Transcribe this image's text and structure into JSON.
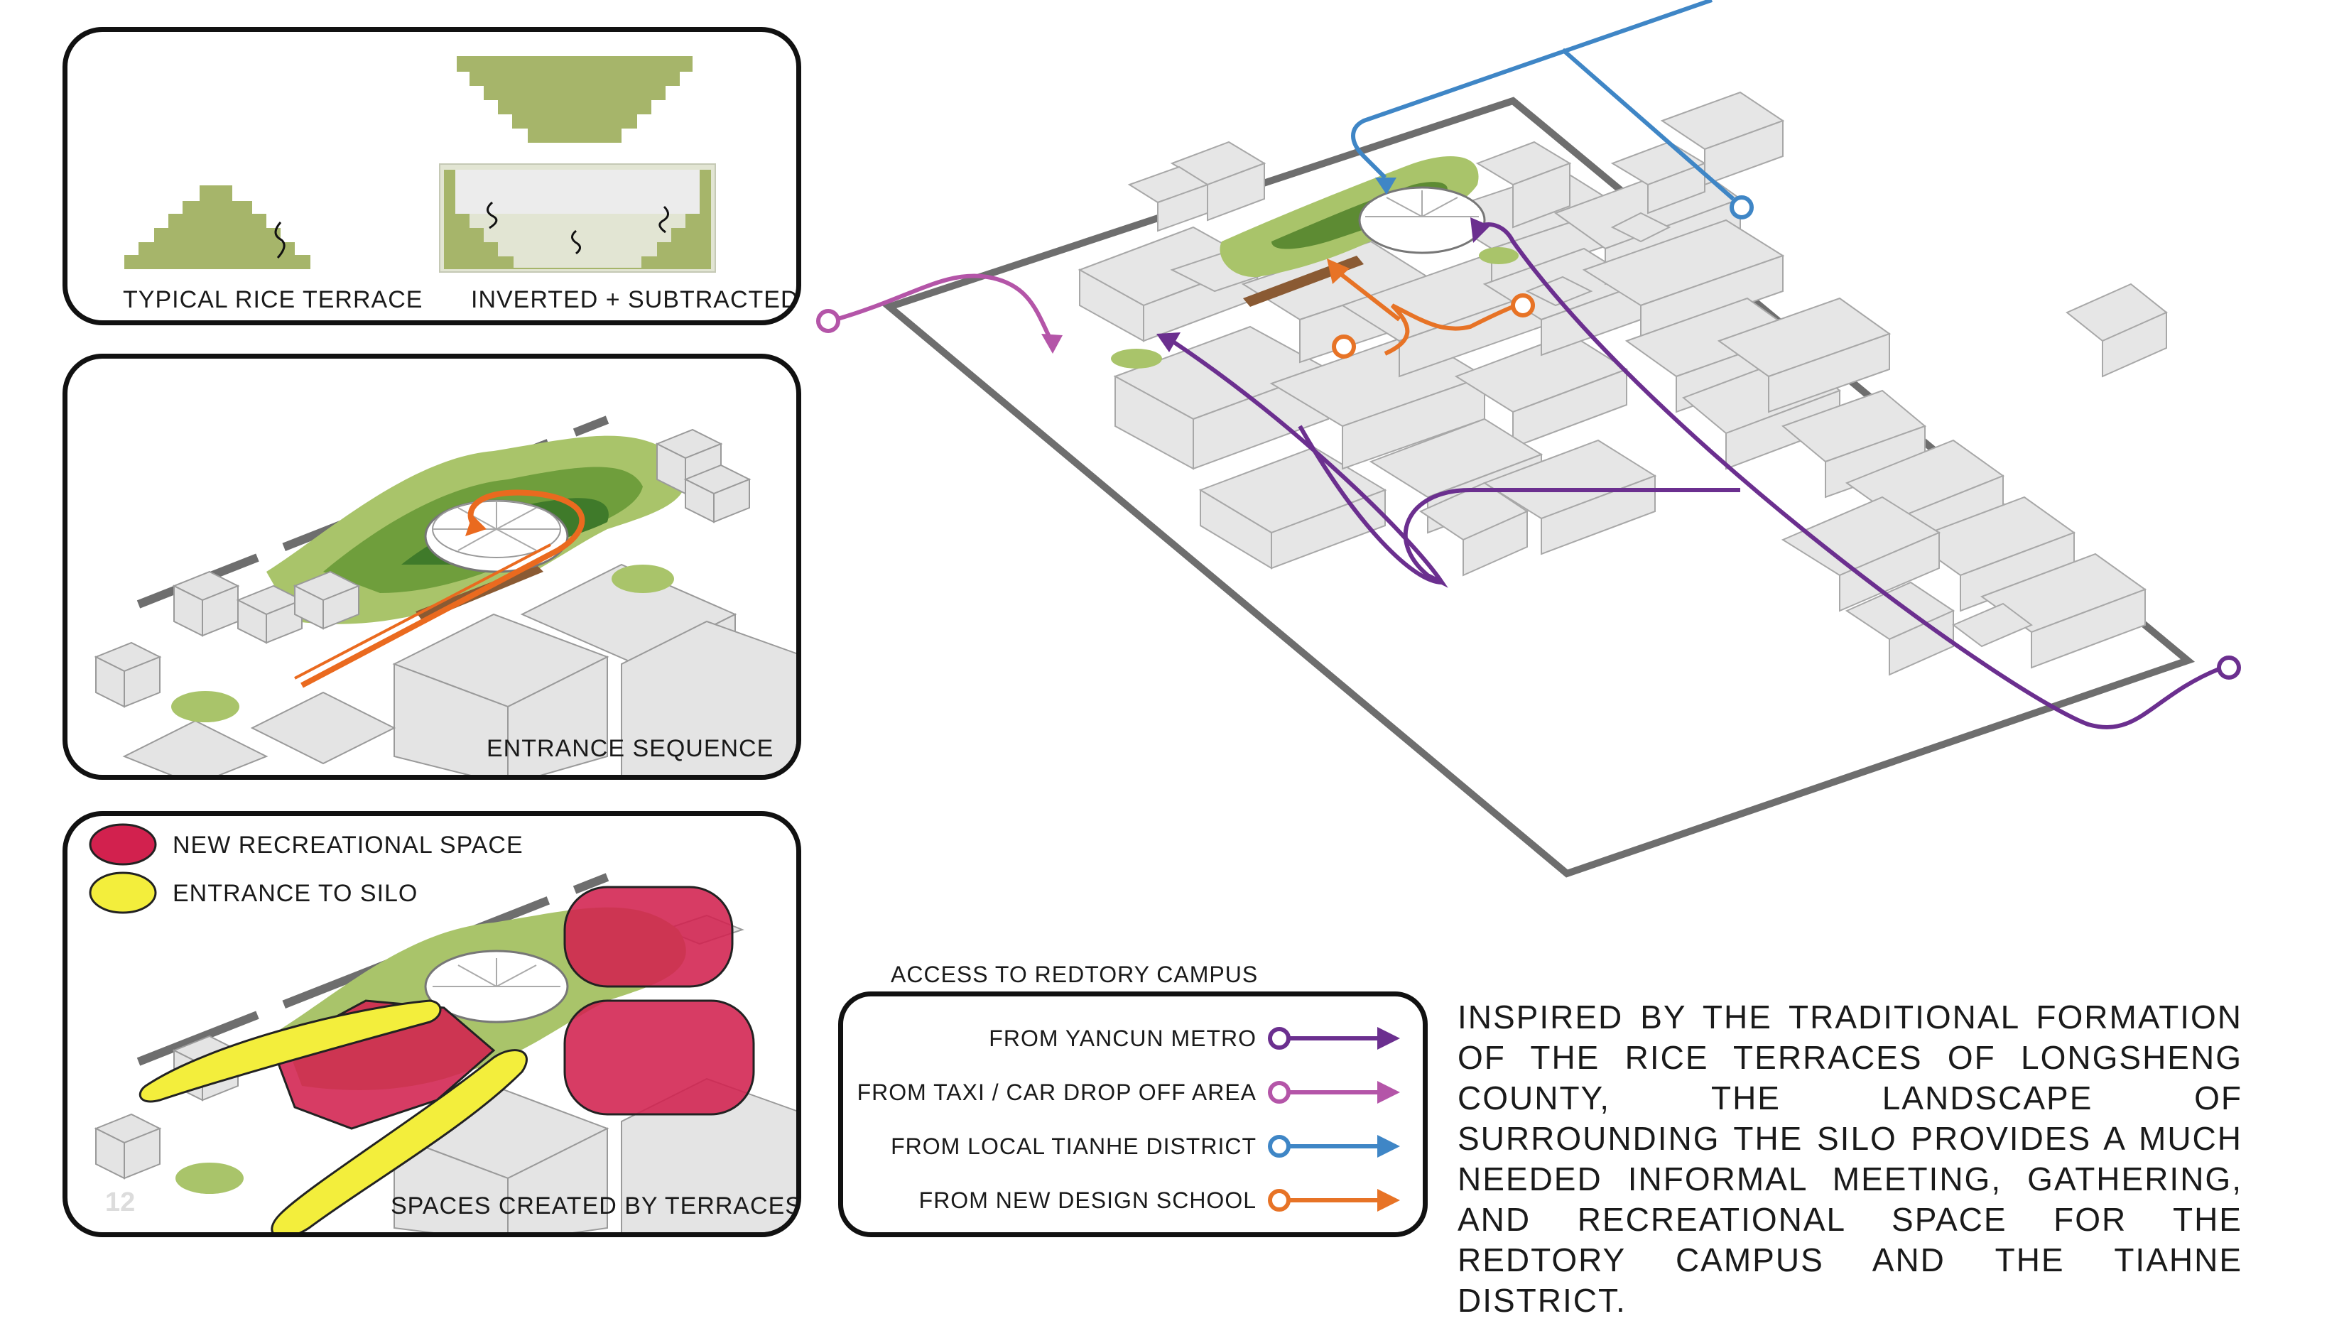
{
  "panels": {
    "terrace": {
      "typical_caption": "TYPICAL RICE TERRACE",
      "inverted_caption": "INVERTED + SUBTRACTED"
    },
    "entrance": {
      "caption": "ENTRANCE SEQUENCE"
    },
    "spaces": {
      "caption": "SPACES CREATED  BY  TERRACES",
      "legend": [
        {
          "label": "NEW RECREATIONAL SPACE",
          "color": "#d2214e"
        },
        {
          "label": "ENTRANCE TO SILO",
          "color": "#f3ee3c"
        }
      ]
    }
  },
  "access_legend": {
    "title": "ACCESS TO REDTORY CAMPUS",
    "items": [
      {
        "label": "FROM YANCUN METRO",
        "color": "#6b2f8f"
      },
      {
        "label": "FROM TAXI / CAR DROP OFF AREA",
        "color": "#b455a8"
      },
      {
        "label": "FROM LOCAL TIANHE  DISTRICT",
        "color": "#3f86c6"
      },
      {
        "label": "FROM NEW DESIGN SCHOOL",
        "color": "#e77326"
      }
    ]
  },
  "description": "INSPIRED BY THE TRADITIONAL FORMATION OF THE RICE TERRACES OF LONGSHENG COUNTY, THE LANDSCAPE OF SURROUNDING THE SILO PROVIDES A MUCH NEEDED INFORMAL MEETING, GATHERING, AND RECREATIONAL SPACE FOR THE REDTORY CAMPUS AND THE TIAHNE DISTRICT.",
  "page_number": "12",
  "colors": {
    "terrace_green": "#a6b56a",
    "terrace_dark": "#5d7d2c",
    "building_gray": "#e6e6e6",
    "wall_gray": "#6e6e6e"
  },
  "icons": {
    "entrance_arrow": "orange-arrow",
    "silo": "circular-silo"
  }
}
